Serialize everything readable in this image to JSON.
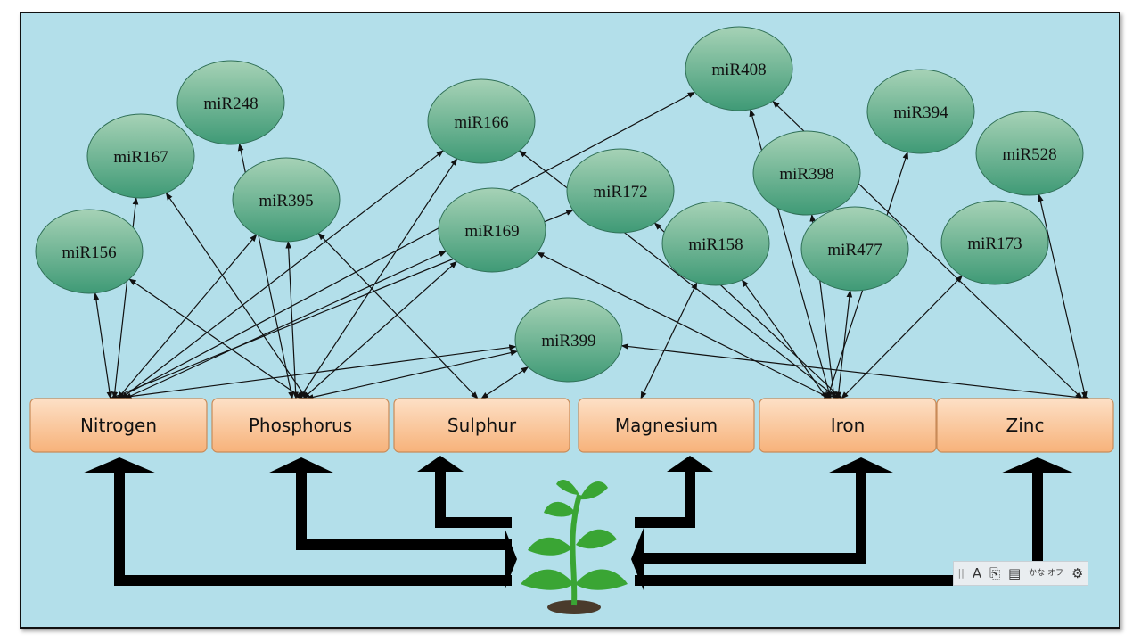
{
  "nutrients": [
    {
      "id": "nitrogen",
      "label": "Nitrogen"
    },
    {
      "id": "phosphorus",
      "label": "Phosphorus"
    },
    {
      "id": "sulphur",
      "label": "Sulphur"
    },
    {
      "id": "magnesium",
      "label": "Magnesium"
    },
    {
      "id": "iron",
      "label": "Iron"
    },
    {
      "id": "zinc",
      "label": "Zinc"
    }
  ],
  "mirnas": [
    {
      "id": "miR156",
      "label": "miR156"
    },
    {
      "id": "miR167",
      "label": "miR167"
    },
    {
      "id": "miR248",
      "label": "miR248"
    },
    {
      "id": "miR395",
      "label": "miR395"
    },
    {
      "id": "miR166",
      "label": "miR166"
    },
    {
      "id": "miR169",
      "label": "miR169"
    },
    {
      "id": "miR399",
      "label": "miR399"
    },
    {
      "id": "miR172",
      "label": "miR172"
    },
    {
      "id": "miR158",
      "label": "miR158"
    },
    {
      "id": "miR408",
      "label": "miR408"
    },
    {
      "id": "miR398",
      "label": "miR398"
    },
    {
      "id": "miR477",
      "label": "miR477"
    },
    {
      "id": "miR394",
      "label": "miR394"
    },
    {
      "id": "miR528",
      "label": "miR528"
    },
    {
      "id": "miR173",
      "label": "miR173"
    }
  ],
  "links": [
    [
      "nitrogen",
      "miR156"
    ],
    [
      "nitrogen",
      "miR167"
    ],
    [
      "nitrogen",
      "miR395"
    ],
    [
      "nitrogen",
      "miR166"
    ],
    [
      "nitrogen",
      "miR169"
    ],
    [
      "nitrogen",
      "miR172"
    ],
    [
      "nitrogen",
      "miR399"
    ],
    [
      "nitrogen",
      "miR408"
    ],
    [
      "phosphorus",
      "miR156"
    ],
    [
      "phosphorus",
      "miR167"
    ],
    [
      "phosphorus",
      "miR248"
    ],
    [
      "phosphorus",
      "miR395"
    ],
    [
      "phosphorus",
      "miR166"
    ],
    [
      "phosphorus",
      "miR169"
    ],
    [
      "phosphorus",
      "miR399"
    ],
    [
      "sulphur",
      "miR395"
    ],
    [
      "sulphur",
      "miR399"
    ],
    [
      "magnesium",
      "miR158"
    ],
    [
      "iron",
      "miR166"
    ],
    [
      "iron",
      "miR172"
    ],
    [
      "iron",
      "miR158"
    ],
    [
      "iron",
      "miR408"
    ],
    [
      "iron",
      "miR398"
    ],
    [
      "iron",
      "miR477"
    ],
    [
      "iron",
      "miR173"
    ],
    [
      "iron",
      "miR394"
    ],
    [
      "iron",
      "miR169"
    ],
    [
      "zinc",
      "miR408"
    ],
    [
      "zinc",
      "miR528"
    ],
    [
      "zinc",
      "miR399"
    ]
  ],
  "colors": {
    "background": "#b3dfea",
    "nutrient_fill_top": "#fde0c6",
    "nutrient_fill_bottom": "#f7b27a",
    "mirna_fill_top": "#a6d2b6",
    "mirna_fill_bottom": "#3f9a76",
    "plant_leaf": "#3aa534",
    "soil": "#4a3b2c"
  },
  "plant_icon": "plant-sprout-icon",
  "toolbar": {
    "items": [
      {
        "id": "grip",
        "icon": "grip-icon",
        "text": "||"
      },
      {
        "id": "font",
        "icon": "font-icon",
        "text": "A"
      },
      {
        "id": "clipboard",
        "icon": "clipboard-icon",
        "text": "⎘"
      },
      {
        "id": "note",
        "icon": "note-icon",
        "text": "▤"
      },
      {
        "id": "kana",
        "icon": "kana-icon",
        "text": "かな オフ"
      },
      {
        "id": "settings",
        "icon": "gear-icon",
        "text": "⚙"
      }
    ]
  }
}
